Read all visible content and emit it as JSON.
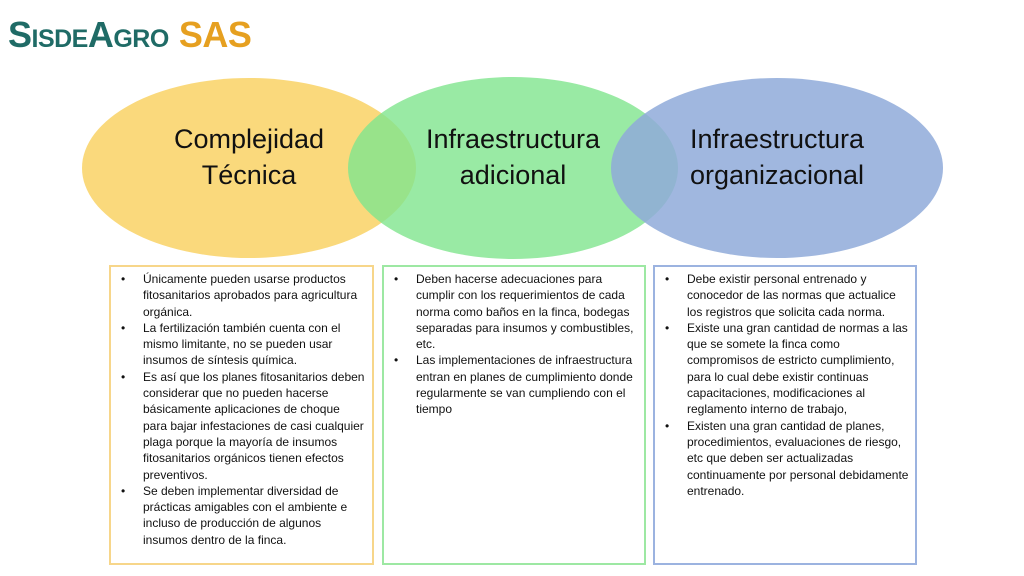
{
  "logo": {
    "part1": "SisdeAgro",
    "part2": "SAS"
  },
  "colors": {
    "yellow": "#f9cf5b",
    "green": "#7fe58d",
    "blue": "#8faad9",
    "yellow_border": "#f7d68a",
    "green_border": "#9de8a3",
    "blue_border": "#9cb3e0"
  },
  "circles": [
    {
      "line1": "Complejidad",
      "line2": "Técnica"
    },
    {
      "line1": "Infraestructura",
      "line2": "adicional"
    },
    {
      "line1": "Infraestructura",
      "line2": "organizacional"
    }
  ],
  "boxes": [
    {
      "items": [
        "Únicamente pueden usarse productos fitosanitarios aprobados para agricultura orgánica.",
        "La fertilización también cuenta con el mismo limitante, no se pueden usar insumos de síntesis química.",
        "Es así que los planes fitosanitarios deben considerar que no pueden hacerse básicamente aplicaciones de choque para bajar infestaciones de casi cualquier plaga porque la mayoría de insumos fitosanitarios orgánicos tienen efectos preventivos.",
        "Se deben implementar diversidad de prácticas amigables con el ambiente e incluso de producción de algunos insumos dentro de la finca."
      ]
    },
    {
      "items": [
        "Deben hacerse adecuaciones para cumplir con los requerimientos de cada norma como baños en la finca, bodegas separadas para insumos y combustibles, etc.",
        "Las implementaciones de infraestructura entran en planes de cumplimiento donde regularmente se van cumpliendo con el tiempo"
      ]
    },
    {
      "items": [
        "Debe existir personal entrenado y conocedor de las normas que actualice los registros que solicita cada norma.",
        "Existe una gran cantidad de normas a las que se somete la finca como compromisos de estricto cumplimiento, para lo cual debe existir continuas capacitaciones, modificaciones al reglamento interno de trabajo,",
        "Existen una gran cantidad de planes, procedimientos, evaluaciones de riesgo, etc que deben ser actualizadas continuamente por personal debidamente entrenado."
      ]
    }
  ],
  "bullet_char": "•"
}
